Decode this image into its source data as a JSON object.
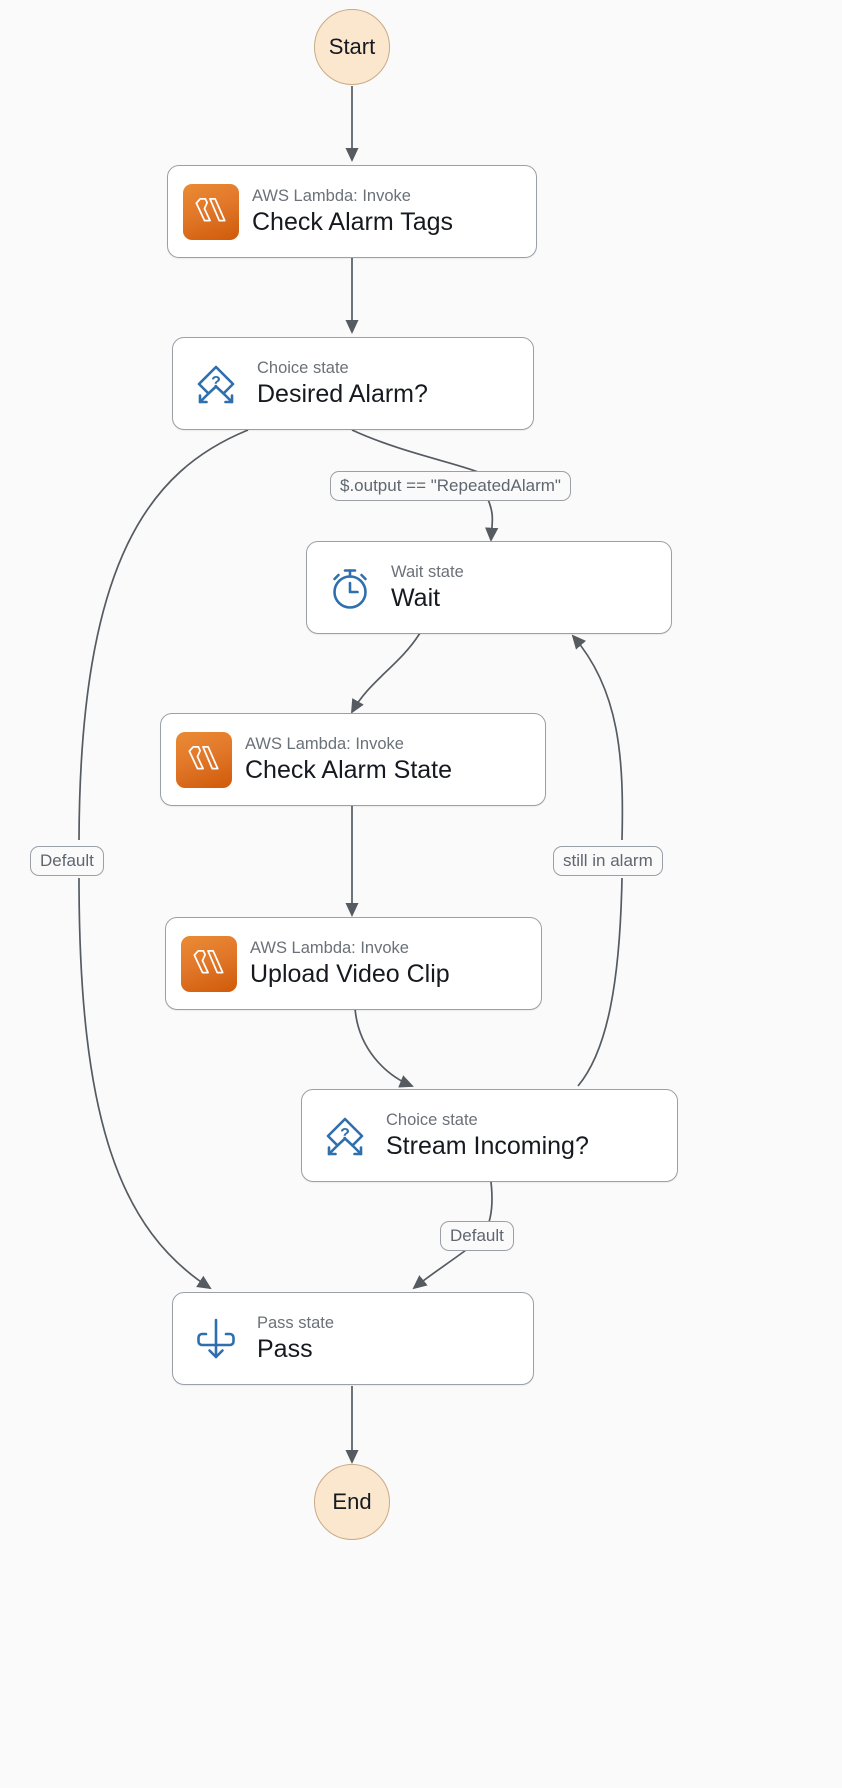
{
  "diagram": {
    "type": "aws-step-functions-workflow-graph",
    "background": "#fafafa",
    "accent_blue": "#2f6fad",
    "lambda_orange": "#e2782a",
    "terminal_fill": "#fae7cd",
    "terminal_border": "#c9ab88",
    "node_border": "#9aa0a6",
    "edge_color": "#555b61"
  },
  "terminals": {
    "start": "Start",
    "end": "End"
  },
  "nodes": [
    {
      "id": "check-alarm-tags",
      "type_label": "AWS Lambda: Invoke",
      "title": "Check Alarm Tags",
      "icon": "aws-lambda-icon"
    },
    {
      "id": "desired-alarm",
      "type_label": "Choice state",
      "title": "Desired Alarm?",
      "icon": "choice-state-icon"
    },
    {
      "id": "wait",
      "type_label": "Wait state",
      "title": "Wait",
      "icon": "wait-state-icon"
    },
    {
      "id": "check-alarm-state",
      "type_label": "AWS Lambda: Invoke",
      "title": "Check Alarm State",
      "icon": "aws-lambda-icon"
    },
    {
      "id": "upload-video-clip",
      "type_label": "AWS Lambda: Invoke",
      "title": "Upload Video Clip",
      "icon": "aws-lambda-icon"
    },
    {
      "id": "stream-incoming",
      "type_label": "Choice state",
      "title": "Stream Incoming?",
      "icon": "choice-state-icon"
    },
    {
      "id": "pass",
      "type_label": "Pass state",
      "title": "Pass",
      "icon": "pass-state-icon"
    }
  ],
  "edge_labels": {
    "repeated_alarm": "$.output == \"RepeatedAlarm\"",
    "default_left": "Default",
    "still_in_alarm": "still in alarm",
    "default_choice2": "Default"
  },
  "edges": [
    {
      "from": "start",
      "to": "check-alarm-tags",
      "label": ""
    },
    {
      "from": "check-alarm-tags",
      "to": "desired-alarm",
      "label": ""
    },
    {
      "from": "desired-alarm",
      "to": "wait",
      "label": "$.output == \"RepeatedAlarm\""
    },
    {
      "from": "desired-alarm",
      "to": "pass",
      "label": "Default"
    },
    {
      "from": "wait",
      "to": "check-alarm-state",
      "label": ""
    },
    {
      "from": "check-alarm-state",
      "to": "upload-video-clip",
      "label": ""
    },
    {
      "from": "upload-video-clip",
      "to": "stream-incoming",
      "label": ""
    },
    {
      "from": "stream-incoming",
      "to": "wait",
      "label": "still in alarm"
    },
    {
      "from": "stream-incoming",
      "to": "pass",
      "label": "Default"
    },
    {
      "from": "pass",
      "to": "end",
      "label": ""
    }
  ]
}
